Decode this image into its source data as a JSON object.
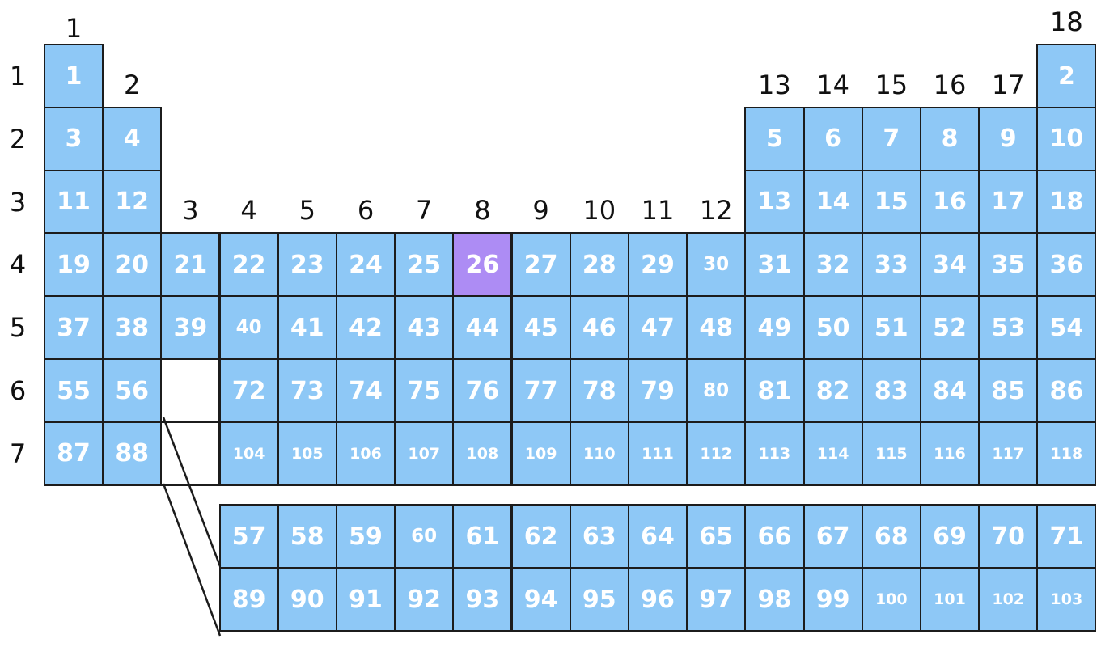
{
  "group_labels": [
    "1",
    "2",
    "3",
    "4",
    "5",
    "6",
    "7",
    "8",
    "9",
    "10",
    "11",
    "12",
    "13",
    "14",
    "15",
    "16",
    "17",
    "18"
  ],
  "period_labels": [
    "1",
    "2",
    "3",
    "4",
    "5",
    "6",
    "7"
  ],
  "highlighted_element": "26",
  "colors": {
    "cell": "#8ec8f6",
    "highlight": "#ad8cf4",
    "border": "#1c1c1c",
    "text": "#ffffff"
  },
  "main_table": [
    [
      "1",
      "",
      "",
      "",
      "",
      "",
      "",
      "",
      "",
      "",
      "",
      "",
      "",
      "",
      "",
      "",
      "",
      "2"
    ],
    [
      "3",
      "4",
      "",
      "",
      "",
      "",
      "",
      "",
      "",
      "",
      "",
      "",
      "5",
      "6",
      "7",
      "8",
      "9",
      "10"
    ],
    [
      "11",
      "12",
      "",
      "",
      "",
      "",
      "",
      "",
      "",
      "",
      "",
      "",
      "13",
      "14",
      "15",
      "16",
      "17",
      "18"
    ],
    [
      "19",
      "20",
      "21",
      "22",
      "23",
      "24",
      "25",
      "26",
      "27",
      "28",
      "29",
      "30",
      "31",
      "32",
      "33",
      "34",
      "35",
      "36"
    ],
    [
      "37",
      "38",
      "39",
      "40",
      "41",
      "42",
      "43",
      "44",
      "45",
      "46",
      "47",
      "48",
      "49",
      "50",
      "51",
      "52",
      "53",
      "54"
    ],
    [
      "55",
      "56",
      "",
      "72",
      "73",
      "74",
      "75",
      "76",
      "77",
      "78",
      "79",
      "80",
      "81",
      "82",
      "83",
      "84",
      "85",
      "86"
    ],
    [
      "87",
      "88",
      "",
      "104",
      "105",
      "106",
      "107",
      "108",
      "109",
      "110",
      "111",
      "112",
      "113",
      "114",
      "115",
      "116",
      "117",
      "118"
    ]
  ],
  "f_block": [
    [
      "57",
      "58",
      "59",
      "60",
      "61",
      "62",
      "63",
      "64",
      "65",
      "66",
      "67",
      "68",
      "69",
      "70",
      "71"
    ],
    [
      "89",
      "90",
      "91",
      "92",
      "93",
      "94",
      "95",
      "96",
      "97",
      "98",
      "99",
      "100",
      "101",
      "102",
      "103"
    ]
  ]
}
